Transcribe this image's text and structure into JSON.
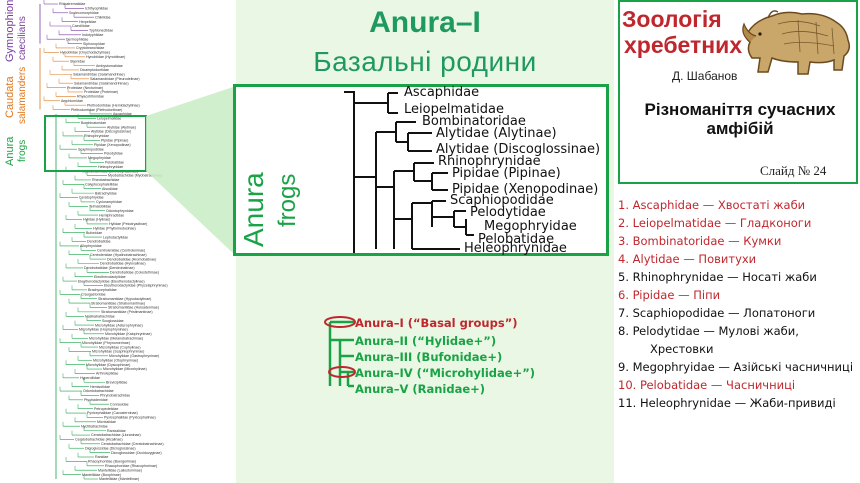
{
  "title": "Anura–I",
  "subtitle": "Базальні родини",
  "left_tree": {
    "groups": [
      {
        "name": "Gymnophiona",
        "sub": "caecilians",
        "color": "#7a3fa0"
      },
      {
        "name": "Caudata",
        "sub": "salamanders",
        "color": "#e07820"
      },
      {
        "name": "Anura",
        "sub": "frogs",
        "color": "#1aa346"
      }
    ],
    "taxa": [
      "Rhinatrematidae",
      "Ichthyophiidae",
      "Scolecomorphidae",
      "Chikilidae",
      "Herpelidae",
      "Caeciliidae",
      "Typhlonectidae",
      "Indotyphlidae",
      "Dermophiidae",
      "Siphonopidae",
      "Cryptobranchidae",
      "Hynobiidae (Onychodactylinae)",
      "Hynobiidae (Hynobiinae)",
      "Sirenidae",
      "Ambystomatidae",
      "Dicamptodontidae",
      "Salamandridae (Salamandrinae)",
      "Salamandridae (Pleurodelinae)",
      "Salamandridae (Salamandrininae)",
      "Proteidae (Necturinae)",
      "Proteidae (Proteinae)",
      "Rhyacotritonidae",
      "Amphiumidae",
      "Plethodontidae (Hemidactyliinae)",
      "Plethodontidae (Plethodontinae)",
      "Ascaphidae",
      "Leiopelmatidae",
      "Bombinatoridae",
      "Alytidae (Alytinae)",
      "Alytidae (Discoglossinae)",
      "Rhinophrynidae",
      "Pipidae (Pipinae)",
      "Pipidae (Xenopodinae)",
      "Scaphiopodidae",
      "Pelodytidae",
      "Megophryidae",
      "Pelobatidae",
      "Heleophrynidae",
      "Myobatrachidae (Limnodynastinae)",
      "Myobatrachidae (Myobatrachinae)",
      "Rheobatrachidae",
      "Calyptocephalellidae",
      "Alsodidae",
      "Batrachylidae",
      "Ceratophryidae",
      "Cycloramphidae",
      "Telmatobiidae",
      "Odontophrynidae",
      "Hemiphractidae",
      "Hylidae (Hylinae)",
      "Hylidae (Pelodryadinae)",
      "Hylidae (Phyllomedusinae)",
      "Bufonidae",
      "Leptodactylidae",
      "Dendrobatidae",
      "Allophrynidae",
      "Centrolenidae (Centroleninae)",
      "Centrolenidae (Hyalinobatrachinae)",
      "Dendrobatidae (Aromobatinae)",
      "Dendrobatidae (Hyloxalinae)",
      "Dendrobatidae (Dendrobatinae)",
      "Dendrobatidae (Colostethinae)",
      "Eleutherodactylidae",
      "Eleutherodactylidae (Eleutherodactylinae)",
      "Eleutherodactylidae (Phyzelaphryninae)",
      "Brachycephalidae",
      "Craugastoridae",
      "Strabomantidae (Hypodactylinae)",
      "Strabomantidae (Strabomantinae)",
      "Strabomantidae (Holoadeninae)",
      "Strabomantidae (Pristimantinae)",
      "Nasikabatrachidae",
      "Sooglossidae",
      "Microhylidae (Asterophryinae)",
      "Microhylidae (Hoplophryninae)",
      "Microhylidae (Kalophryninae)",
      "Microhylidae (Melanobatrachinae)",
      "Microhylidae (Phrynomerinae)",
      "Microhylidae (Cophylinae)",
      "Microhylidae (Scaphiophryninae)",
      "Microhylidae (Gastrophryninae)",
      "Microhylidae (Otophryninae)",
      "Microhylidae (Dyscophinae)",
      "Microhylidae (Microhylinae)",
      "Arthroleptidae",
      "Hyperoliidae",
      "Brevicipitidae",
      "Hemisotidae",
      "Odontobatrachidae",
      "Phrynobatrachidae",
      "Ptychadenidae",
      "Conrauidae",
      "Petropedetidae",
      "Pyxicephalidae (Cacosterninae)",
      "Pyxicephalidae (Pyxicephalinae)",
      "Micrixalidae",
      "Nyctibatrachidae",
      "Ranixalidae",
      "Ceratobatrachidae (Liuraninae)",
      "Ceratobatrachidae (Alcalinae)",
      "Ceratobatrachidae (Ceratobatrachinae)",
      "Dicroglossidae (Dicroglossinae)",
      "Dicroglossidae (Occidozyginae)",
      "Ranidae",
      "Rhacophoridae (Buergeriinae)",
      "Rhacophoridae (Rhacophorinae)",
      "Mantellidae (Laliostominae)",
      "Mantellidae (Boophinae)",
      "Mantellidae (Mantellinae)"
    ]
  },
  "zoom": {
    "side_label_1": "Anura",
    "side_label_2": "frogs",
    "taxa": [
      "Ascaphidae",
      "Leiopelmatidae",
      "Bombinatoridae",
      "Alytidae (Alytinae)",
      "Alytidae (Discoglossinae)",
      "Rhinophrynidae",
      "Pipidae (Pipinae)",
      "Pipidae (Xenopodinae)",
      "Scaphiopodidae",
      "Pelodytidae",
      "Megophryidae",
      "Pelobatidae",
      "Heleophrynidae"
    ]
  },
  "groups": [
    {
      "label": "Anura–I (“Basal groups”)",
      "highlight": true,
      "color": "#c0272d"
    },
    {
      "label": "Anura–II (“Hylidae+”)",
      "highlight": false,
      "color": "#1aa346"
    },
    {
      "label": "Anura–III (Bufonidae+)",
      "highlight": false,
      "color": "#1aa346"
    },
    {
      "label": "Anura–IV (“Microhylidae+”)",
      "highlight": true,
      "color": "#1aa346"
    },
    {
      "label": "Anura–V (Ranidae+)",
      "highlight": false,
      "color": "#1aa346"
    }
  ],
  "header": {
    "zoology": "Зоологія",
    "vertebrates": "хребетних",
    "author": "Д. Шабанов",
    "topic_1": "Різноманіття сучасних",
    "topic_2": "амфібій",
    "slide": "Слайд № 24"
  },
  "families": [
    {
      "text": "1. Ascaphidae — Хвостаті жаби",
      "color": "#c0272d"
    },
    {
      "text": "2. Leiopelmatidae — Гладконоги",
      "color": "#c0272d"
    },
    {
      "text": "3. Bombinatoridae — Кумки",
      "color": "#c0272d"
    },
    {
      "text": "4. Alytidae — Повитухи",
      "color": "#c0272d"
    },
    {
      "text": "5. Rhinophrynidae — Носаті жаби",
      "color": "#111111"
    },
    {
      "text": "6. Pipidae — Піпи",
      "color": "#c0272d"
    },
    {
      "text": "7. Scaphiopodidae — Лопатоноги",
      "color": "#111111"
    },
    {
      "text": "8. Pelodytidae — Мулові жаби,",
      "color": "#111111"
    },
    {
      "text": "Хрестовки",
      "color": "#111111"
    },
    {
      "text": "9. Megophryidae — Азійські часничниці",
      "color": "#111111"
    },
    {
      "text": "10. Pelobatidae — Часничниці",
      "color": "#c0272d"
    },
    {
      "text": "11. Heleophrynidae — Жаби-привиді",
      "color": "#111111"
    }
  ]
}
